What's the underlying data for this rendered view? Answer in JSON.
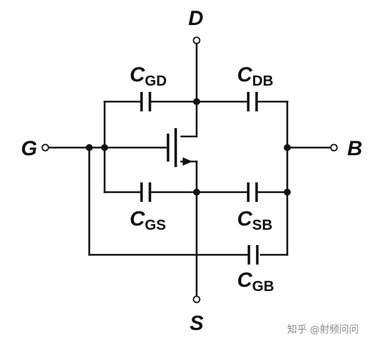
{
  "terminals": {
    "drain": "D",
    "gate": "G",
    "body": "B",
    "source": "S"
  },
  "capacitors": {
    "gd": {
      "main": "C",
      "sub": "GD"
    },
    "db": {
      "main": "C",
      "sub": "DB"
    },
    "gs": {
      "main": "C",
      "sub": "GS"
    },
    "sb": {
      "main": "C",
      "sub": "SB"
    },
    "gb": {
      "main": "C",
      "sub": "GB"
    }
  },
  "watermark": "知乎 @射频问问"
}
